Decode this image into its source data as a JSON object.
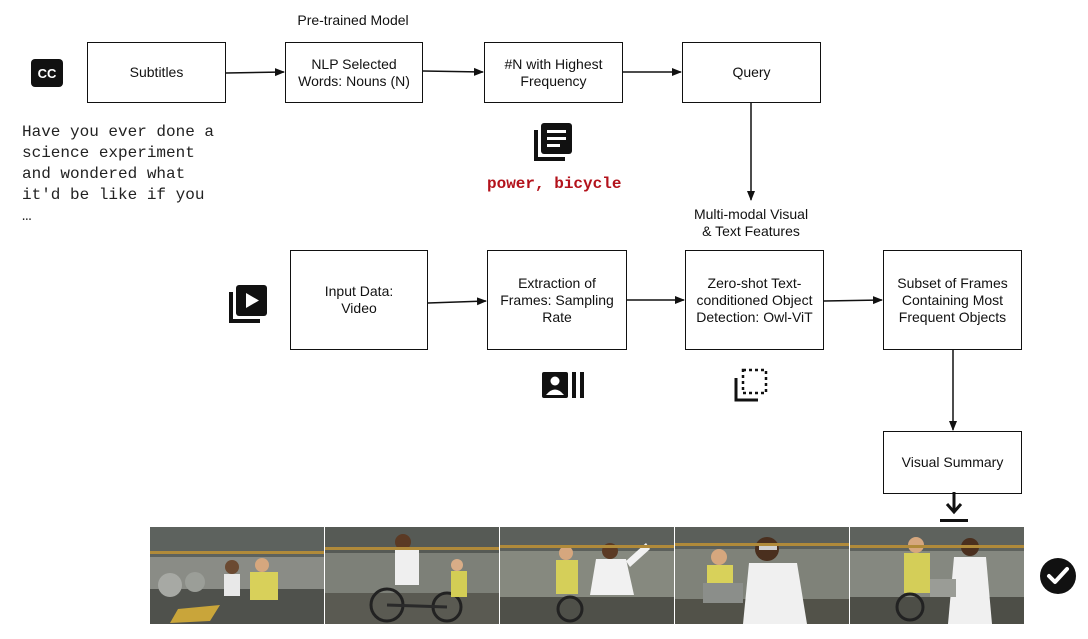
{
  "labels": {
    "pretrained": "Pre-trained Model",
    "multimodal": "Multi-modal Visual\n& Text Features"
  },
  "boxes": {
    "subtitles": "Subtitles",
    "nlp": "NLP Selected\nWords: Nouns (N)",
    "topn": "#N with Highest\nFrequency",
    "query": "Query",
    "input": "Input Data:\nVideo",
    "extraction": "Extraction of\nFrames: Sampling\nRate",
    "zeroshot": "Zero-shot Text-\nconditioned Object\nDetection: Owl-ViT",
    "subset": "Subset of Frames\nContaining Most\nFrequent Objects",
    "summary": "Visual Summary"
  },
  "subtitle_text": "Have you ever done a\nscience  experiment\nand  wondered  what\nit'd be like if you\n…",
  "keywords": "power, bicycle",
  "colors": {
    "keywords": "#b3121b",
    "icon": "#111111"
  },
  "icons": [
    "closed-captions-icon",
    "document-list-icon",
    "video-library-icon",
    "frames-icon",
    "selection-icon",
    "download-icon",
    "check-circle-icon"
  ],
  "frames": [
    "video-frame-1",
    "video-frame-2",
    "video-frame-3",
    "video-frame-4",
    "video-frame-5"
  ]
}
